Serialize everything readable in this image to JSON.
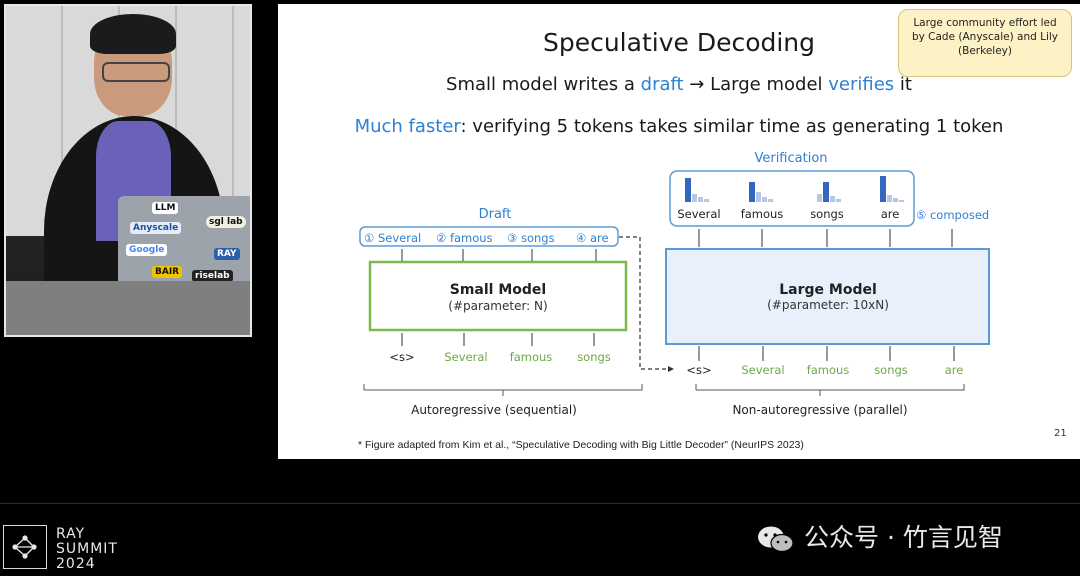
{
  "slide": {
    "title": "Speculative Decoding",
    "line1": {
      "a": "Small model writes a ",
      "b": "draft",
      "c": " → Large model ",
      "d": "verifies",
      "e": " it"
    },
    "line2": {
      "a": "Much faster",
      "b": ": verifying 5 tokens takes similar time as generating 1 token"
    },
    "note": "Large community effort led by Cade (Anyscale) and Lily (Berkeley)",
    "footnote": "* Figure adapted from Kim et al., “Speculative Decoding with Big Little Decoder” (NeurIPS 2023)",
    "page_number": "21"
  },
  "diagram": {
    "draft_label": "Draft",
    "draft_tokens": [
      "① Several",
      "② famous",
      "③ songs",
      "④ are"
    ],
    "small_model_title": "Small Model",
    "small_model_params": "(#parameter: N)",
    "small_inputs": [
      "<s>",
      "Several",
      "famous",
      "songs"
    ],
    "small_caption": "Autoregressive (sequential)",
    "verification_label": "Verification",
    "verify_tokens": [
      "Several",
      "famous",
      "songs",
      "are"
    ],
    "extra_token": "⑤ composed",
    "large_model_title": "Large Model",
    "large_model_params": "(#parameter: 10xN)",
    "large_inputs": [
      "<s>",
      "Several",
      "famous",
      "songs",
      "are"
    ],
    "large_caption": "Non-autoregressive (parallel)",
    "colors": {
      "blue": "#2f7fd3",
      "green": "#6fa84a",
      "green_box": "#7cb84f",
      "large_fill": "#e8f0fb",
      "large_border": "#5b9bd5",
      "bar_dark": "#3567c0",
      "bar_light": "#b7c8e6"
    }
  },
  "speaker_feed": {
    "stickers": [
      "LLM",
      "Anyscale",
      "sgl lab",
      "BAIR",
      "RAY",
      "riselab",
      "Google"
    ]
  },
  "footer": {
    "event_line1": "RAY",
    "event_line2": "SUMMIT",
    "event_line3": "2024",
    "watermark": "公众号 · 竹言见智"
  }
}
